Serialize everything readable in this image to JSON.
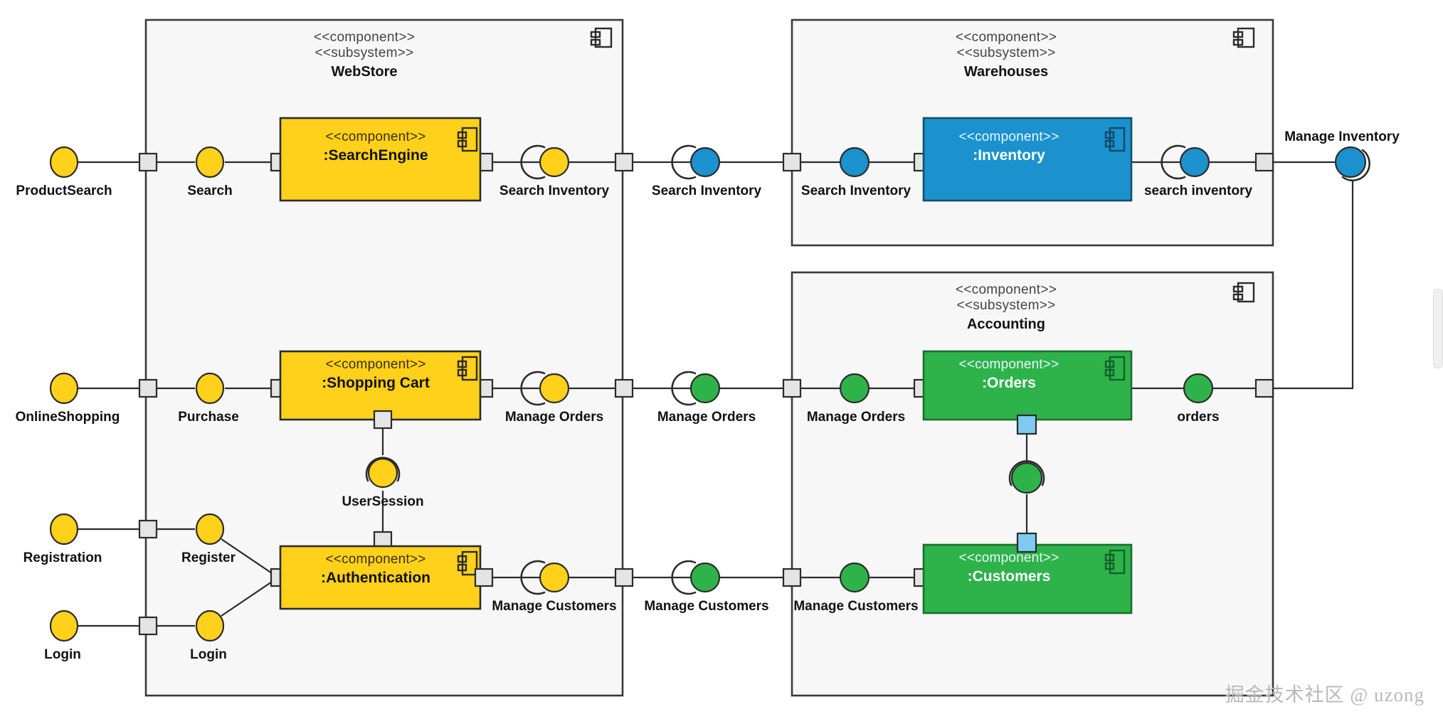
{
  "diagram": {
    "type": "uml-component-diagram",
    "watermark": "掘金技术社区 @ uzong",
    "stereotype_component": "<<component>>",
    "stereotype_subsystem": "<<subsystem>>"
  },
  "colors": {
    "yellow_fill": "#FFD11A",
    "yellow_stroke": "#2b2b2b",
    "blue_fill": "#1B91CE",
    "green_fill": "#2EB34A",
    "subsystem_fill": "#F7F7F7",
    "subsystem_stroke": "#3a3a3a",
    "port_fill": "#E4E4E4",
    "port_blue_fill": "#7FCBF0",
    "line": "#2b2b2b"
  },
  "subsystems": [
    {
      "id": "webstore",
      "stereotype1": "<<component>>",
      "stereotype2": "<<subsystem>>",
      "name": "WebStore"
    },
    {
      "id": "warehouses",
      "stereotype1": "<<component>>",
      "stereotype2": "<<subsystem>>",
      "name": "Warehouses"
    },
    {
      "id": "accounting",
      "stereotype1": "<<component>>",
      "stereotype2": "<<subsystem>>",
      "name": "Accounting"
    }
  ],
  "components": [
    {
      "id": "searchengine",
      "stereotype": "<<component>>",
      "name": ":SearchEngine",
      "color": "yellow"
    },
    {
      "id": "shoppingcart",
      "stereotype": "<<component>>",
      "name": ":Shopping Cart",
      "color": "yellow"
    },
    {
      "id": "authentication",
      "stereotype": "<<component>>",
      "name": ":Authentication",
      "color": "yellow"
    },
    {
      "id": "inventory",
      "stereotype": "<<component>>",
      "name": ":Inventory",
      "color": "blue"
    },
    {
      "id": "orders",
      "stereotype": "<<component>>",
      "name": ":Orders",
      "color": "green"
    },
    {
      "id": "customers",
      "stereotype": "<<component>>",
      "name": ":Customers",
      "color": "green"
    }
  ],
  "interfaces": [
    {
      "id": "productsearch",
      "label": "ProductSearch",
      "color": "yellow",
      "kind": "ball"
    },
    {
      "id": "search",
      "label": "Search",
      "color": "yellow",
      "kind": "ball"
    },
    {
      "id": "search-inventory-1",
      "label": "Search Inventory",
      "color": "yellow",
      "kind": "ball-socket"
    },
    {
      "id": "search-inventory-2",
      "label": "Search Inventory",
      "color": "blue",
      "kind": "ball-socket"
    },
    {
      "id": "search-inventory-3",
      "label": "Search Inventory",
      "color": "blue",
      "kind": "ball"
    },
    {
      "id": "search-inventory-4",
      "label": "search inventory",
      "color": "blue",
      "kind": "ball-socket"
    },
    {
      "id": "manage-inventory",
      "label": "Manage Inventory",
      "color": "blue",
      "kind": "ball-socket"
    },
    {
      "id": "onlineshopping",
      "label": "OnlineShopping",
      "color": "yellow",
      "kind": "ball"
    },
    {
      "id": "purchase",
      "label": "Purchase",
      "color": "yellow",
      "kind": "ball"
    },
    {
      "id": "manage-orders-1",
      "label": "Manage Orders",
      "color": "yellow",
      "kind": "ball-socket"
    },
    {
      "id": "manage-orders-2",
      "label": "Manage Orders",
      "color": "green",
      "kind": "ball-socket"
    },
    {
      "id": "manage-orders-3",
      "label": "Manage Orders",
      "color": "green",
      "kind": "ball"
    },
    {
      "id": "orders-ifc",
      "label": "orders",
      "color": "green",
      "kind": "ball"
    },
    {
      "id": "usersession",
      "label": "UserSession",
      "color": "yellow",
      "kind": "ball-socket-up"
    },
    {
      "id": "registration",
      "label": "Registration",
      "color": "yellow",
      "kind": "ball"
    },
    {
      "id": "register",
      "label": "Register",
      "color": "yellow",
      "kind": "ball"
    },
    {
      "id": "login-ext",
      "label": "Login",
      "color": "yellow",
      "kind": "ball"
    },
    {
      "id": "login-int",
      "label": "Login",
      "color": "yellow",
      "kind": "ball"
    },
    {
      "id": "manage-customers-1",
      "label": "Manage Customers",
      "color": "yellow",
      "kind": "ball-socket"
    },
    {
      "id": "manage-customers-2",
      "label": "Manage Customers",
      "color": "green",
      "kind": "ball-socket"
    },
    {
      "id": "manage-customers-3",
      "label": "Manage Customers",
      "color": "green",
      "kind": "ball"
    },
    {
      "id": "orders-customers",
      "label": "",
      "color": "green",
      "kind": "ball-socket-up"
    }
  ],
  "scrollbar": {
    "present": true
  }
}
